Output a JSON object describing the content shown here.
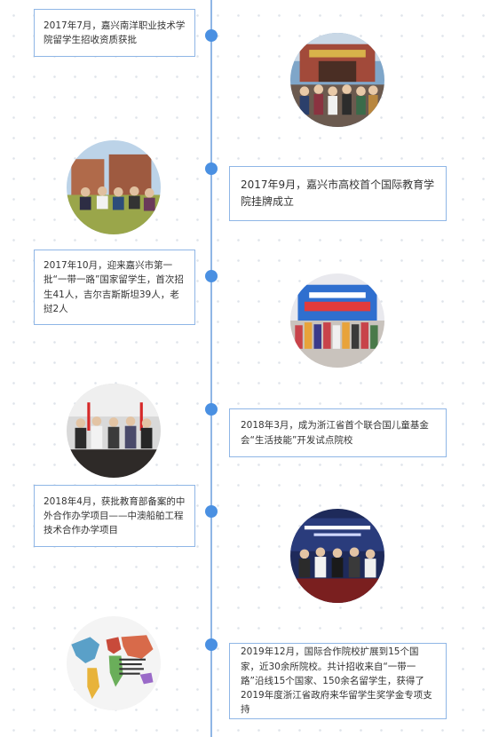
{
  "timeline": {
    "events": [
      {
        "text": "2017年7月，嘉兴南洋职业技术学院留学生招收资质获批"
      },
      {
        "text": "2017年9月，嘉兴市高校首个国际教育学院挂牌成立"
      },
      {
        "text": "2017年10月，迎来嘉兴市第一批“一带一路”国家留学生，首次招生41人，吉尔吉斯斯坦39人，老挝2人"
      },
      {
        "text": "2018年3月，成为浙江省首个联合国儿童基金会“生活技能”开发试点院校"
      },
      {
        "text": "2018年4月，获批教育部备案的中外合作办学项目——中澳船舶工程技术合作办学项目"
      },
      {
        "text": "2019年12月，国际合作院校扩展到15个国家，近30余所院校。共计招收来自“一带一路”沿线15个国家、150余名留学生，获得了2019年度浙江省政府来华留学生奖学金专项支持"
      }
    ]
  },
  "colors": {
    "line": "#8fb6e6",
    "dot": "#4a90e2",
    "card_border": "#8fb6e6"
  }
}
